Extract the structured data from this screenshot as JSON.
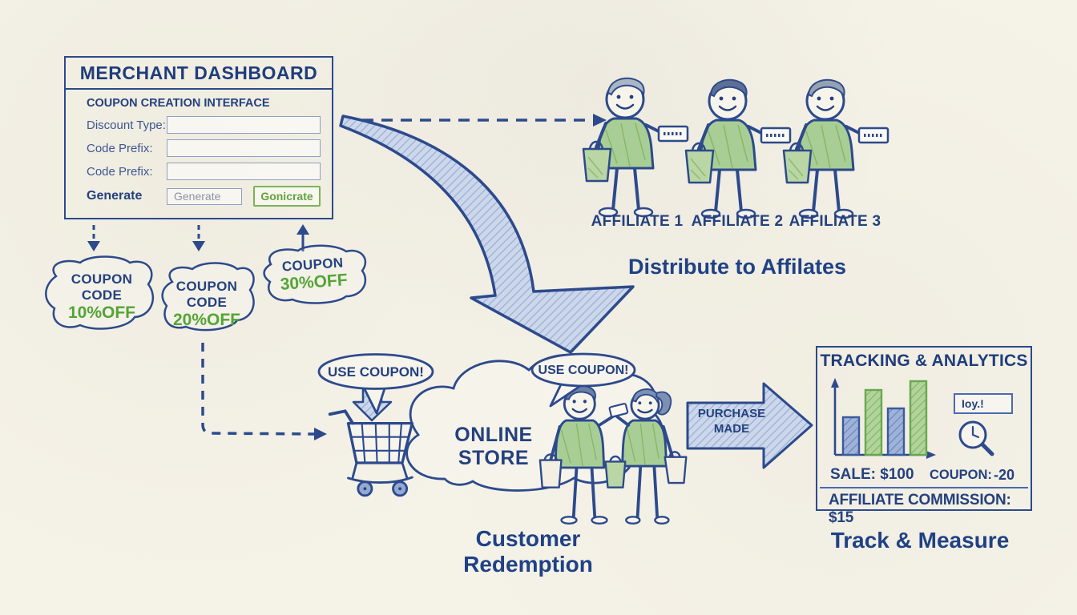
{
  "palette": {
    "ink": "#24417f",
    "green": "#55a436",
    "paper": "#f5f2e8",
    "blue_stroke": "#3a5a9c",
    "green_stroke": "#69a84e"
  },
  "dashboard": {
    "title": "MERCHANT DASHBOARD",
    "subtitle": "COUPON CREATION INTERFACE",
    "fields": [
      {
        "label": "Discount Type:",
        "value": ""
      },
      {
        "label": "Code Prefix:",
        "value": ""
      },
      {
        "label": "Code Prefix:",
        "value": ""
      }
    ],
    "generate_row": {
      "label": "Generate",
      "input_value": "Generate",
      "button_label": "Gonicrate"
    }
  },
  "coupons": [
    {
      "lines": [
        "COUPON",
        "CODE"
      ],
      "discount": "10%OFF"
    },
    {
      "lines": [
        "COUPON",
        "CODE"
      ],
      "discount": "20%OFF"
    },
    {
      "lines": [
        "COUPON"
      ],
      "discount": "30%OFF"
    }
  ],
  "affiliates": {
    "labels": [
      "AFFILIATE 1",
      "AFFILIATE 2",
      "AFFILIATE 3"
    ],
    "caption": "Distribute to Affilates"
  },
  "redemption": {
    "bubble1": "USE COUPON!",
    "bubble2": "USE COUPON!",
    "store_label": "ONLINE STORE",
    "caption": "Customer Redemption"
  },
  "purchase_arrow": {
    "line1": "PURCHASE",
    "line2": "MADE"
  },
  "tracking": {
    "title": "TRACKING & ANALYTICS",
    "mini_box_text": "Ioy.!",
    "sale": "SALE: $100",
    "coupon_label": "COUPON:",
    "coupon_value": "-20",
    "commission": "AFFILIATE COMMISSION: $15",
    "caption": "Track & Measure",
    "chart": {
      "type": "bar",
      "bars": [
        {
          "color": "blue",
          "value": 0.42
        },
        {
          "color": "green",
          "value": 0.72
        },
        {
          "color": "blue",
          "value": 0.52
        },
        {
          "color": "green",
          "value": 0.82
        }
      ]
    }
  }
}
